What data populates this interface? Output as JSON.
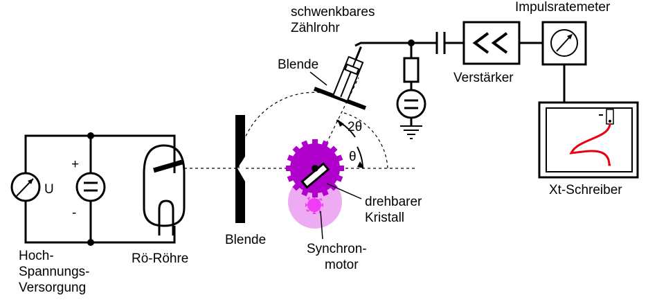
{
  "labels": {
    "counter_tube": [
      "schwenkbares",
      "Zählrohr"
    ],
    "ratemeter": "Impulsratemeter",
    "slit_top": "Blende",
    "amplifier": "Verstärker",
    "two_theta": "2θ",
    "theta": "θ",
    "voltmeter_unit": "U",
    "plus": "+",
    "minus": "-",
    "crystal": [
      "drehbarer",
      "Kristall"
    ],
    "slit_bottom": "Blende",
    "motor": [
      "Synchron-",
      "motor"
    ],
    "power_supply": [
      "Hoch-",
      "Spannungs-",
      "Versorgung"
    ],
    "tube": "Rö-Röhre",
    "recorder": "Xt-Schreiber"
  },
  "colors": {
    "gear_large": "#b000cc",
    "motor_disc": "#eeaaf2",
    "gear_small": "#f03cf5",
    "trace": "#e8000e"
  },
  "icons": {
    "amplifier": "double-chevron-left-icon",
    "meter": "arrow-dial-icon"
  }
}
